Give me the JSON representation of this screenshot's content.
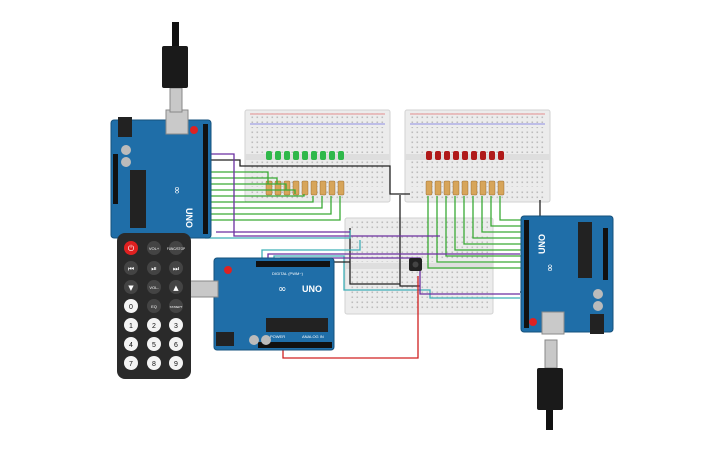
{
  "boards": {
    "model": "UNO",
    "brand": "ARDUINO",
    "pin_header_label": "DIGITAL (PWM~)",
    "power_label": "POWER",
    "analog_label": "ANALOG IN"
  },
  "remote": {
    "row1": [
      "",
      "VOL+",
      "FUNC/STOP"
    ],
    "row2": [
      "",
      "",
      ""
    ],
    "row3": [
      "",
      "VOL-",
      ""
    ],
    "row4": [
      "0",
      "EQ",
      "ST/REPT"
    ],
    "row5": [
      "1",
      "2",
      "3"
    ],
    "row6": [
      "4",
      "5",
      "6"
    ],
    "row7": [
      "7",
      "8",
      "9"
    ]
  },
  "colors": {
    "board": "#1f6ea8",
    "board_dark": "#16517c",
    "led_green": "#2fb84a",
    "led_red": "#b01a1a",
    "wire_green": "#3aaa35",
    "wire_purple": "#6b2fa0",
    "wire_black": "#222222",
    "wire_red": "#d02020",
    "wire_teal": "#3fb0b8",
    "breadboard": "#e9e9e9",
    "remote_body": "#2a2a2a",
    "power_button": "#e02020"
  },
  "led_groups": [
    {
      "color": "green",
      "count": 9
    },
    {
      "color": "red",
      "count": 9
    }
  ]
}
